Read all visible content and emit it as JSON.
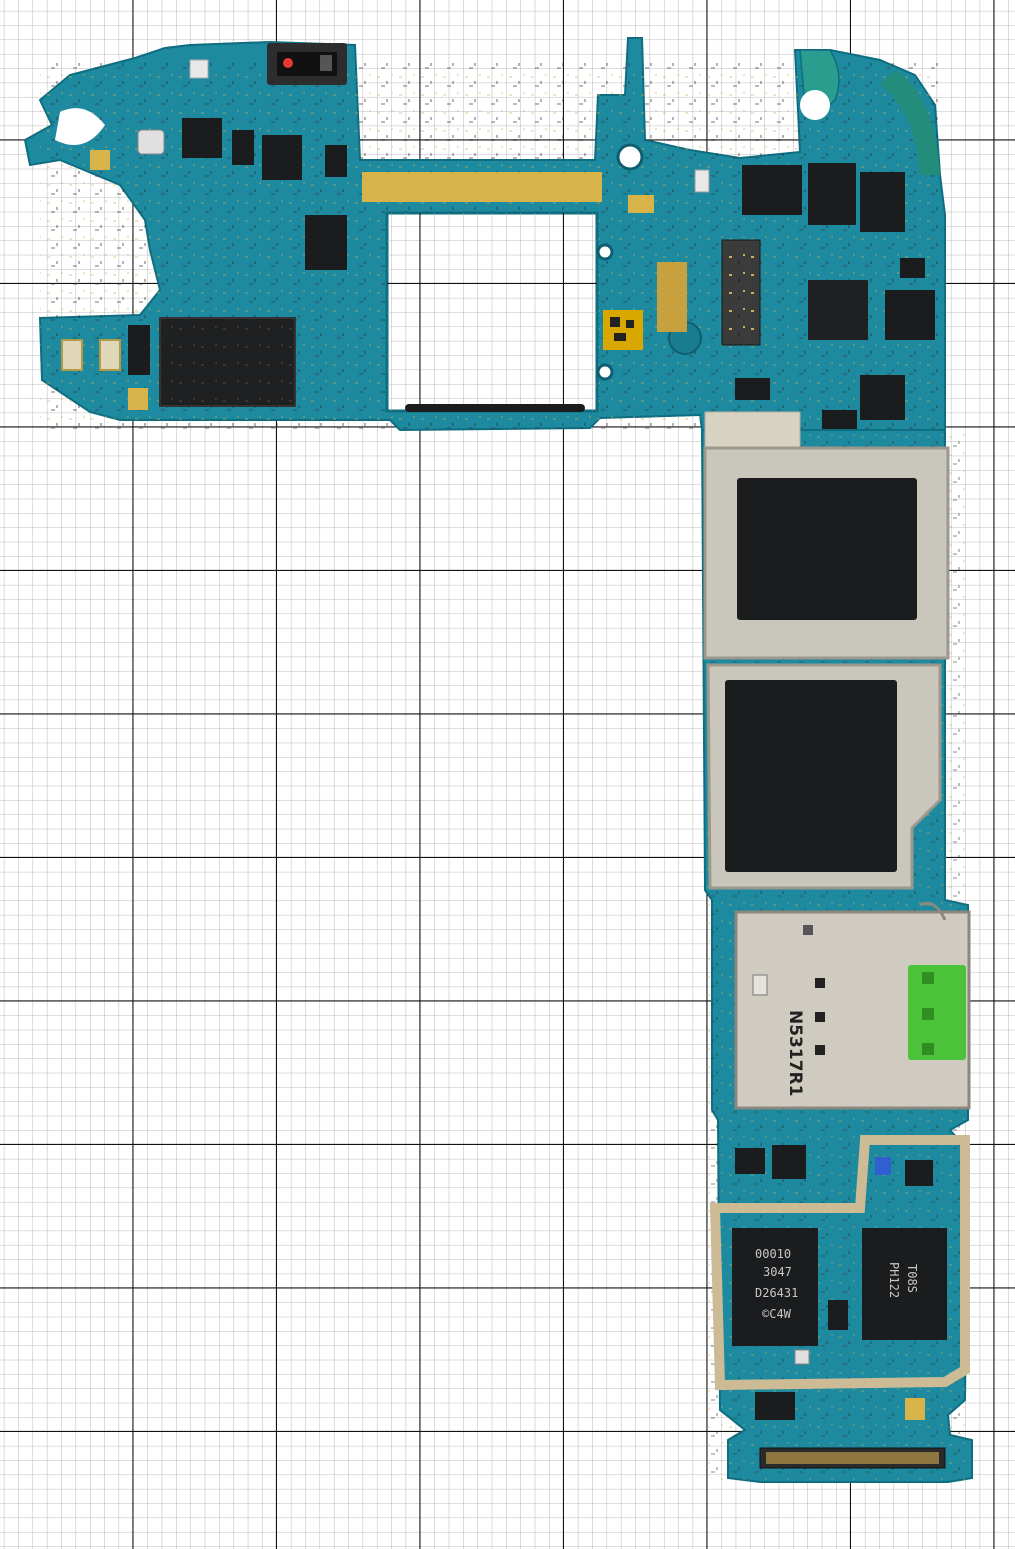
{
  "photo": {
    "subject": "smartphone-logic-board",
    "background": "graph-paper"
  },
  "colors": {
    "pcb": "#1d8aa0",
    "pcb_dark": "#0f6d80",
    "paper": "#ffffff",
    "grid_major": "#111111",
    "grid_minor": "#9a9a9a",
    "shield": "#c9c6bc",
    "chip": "#1b1c1e",
    "gold": "#d7b34a",
    "sim_green": "#4cc23a"
  },
  "labels": {
    "sim_tray_code": "N5317R1",
    "chip_left_line1": "00010",
    "chip_left_line2": "3047",
    "chip_left_line3": "D26431",
    "chip_left_line4": "©C4W",
    "chip_right_line1": "T08S",
    "chip_right_line2": "PH122"
  }
}
